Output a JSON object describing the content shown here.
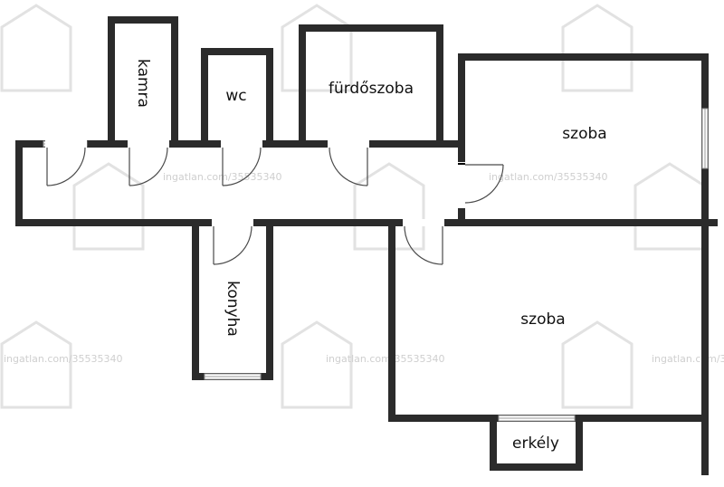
{
  "rooms": {
    "kamra": "kamra",
    "wc": "wc",
    "furdoszoba": "fürdőszoba",
    "szoba_top": "szoba",
    "szoba_bottom": "szoba",
    "konyha": "konyha",
    "erkely": "erkély"
  },
  "watermark": {
    "text": "ingatlan.com/35535340"
  }
}
